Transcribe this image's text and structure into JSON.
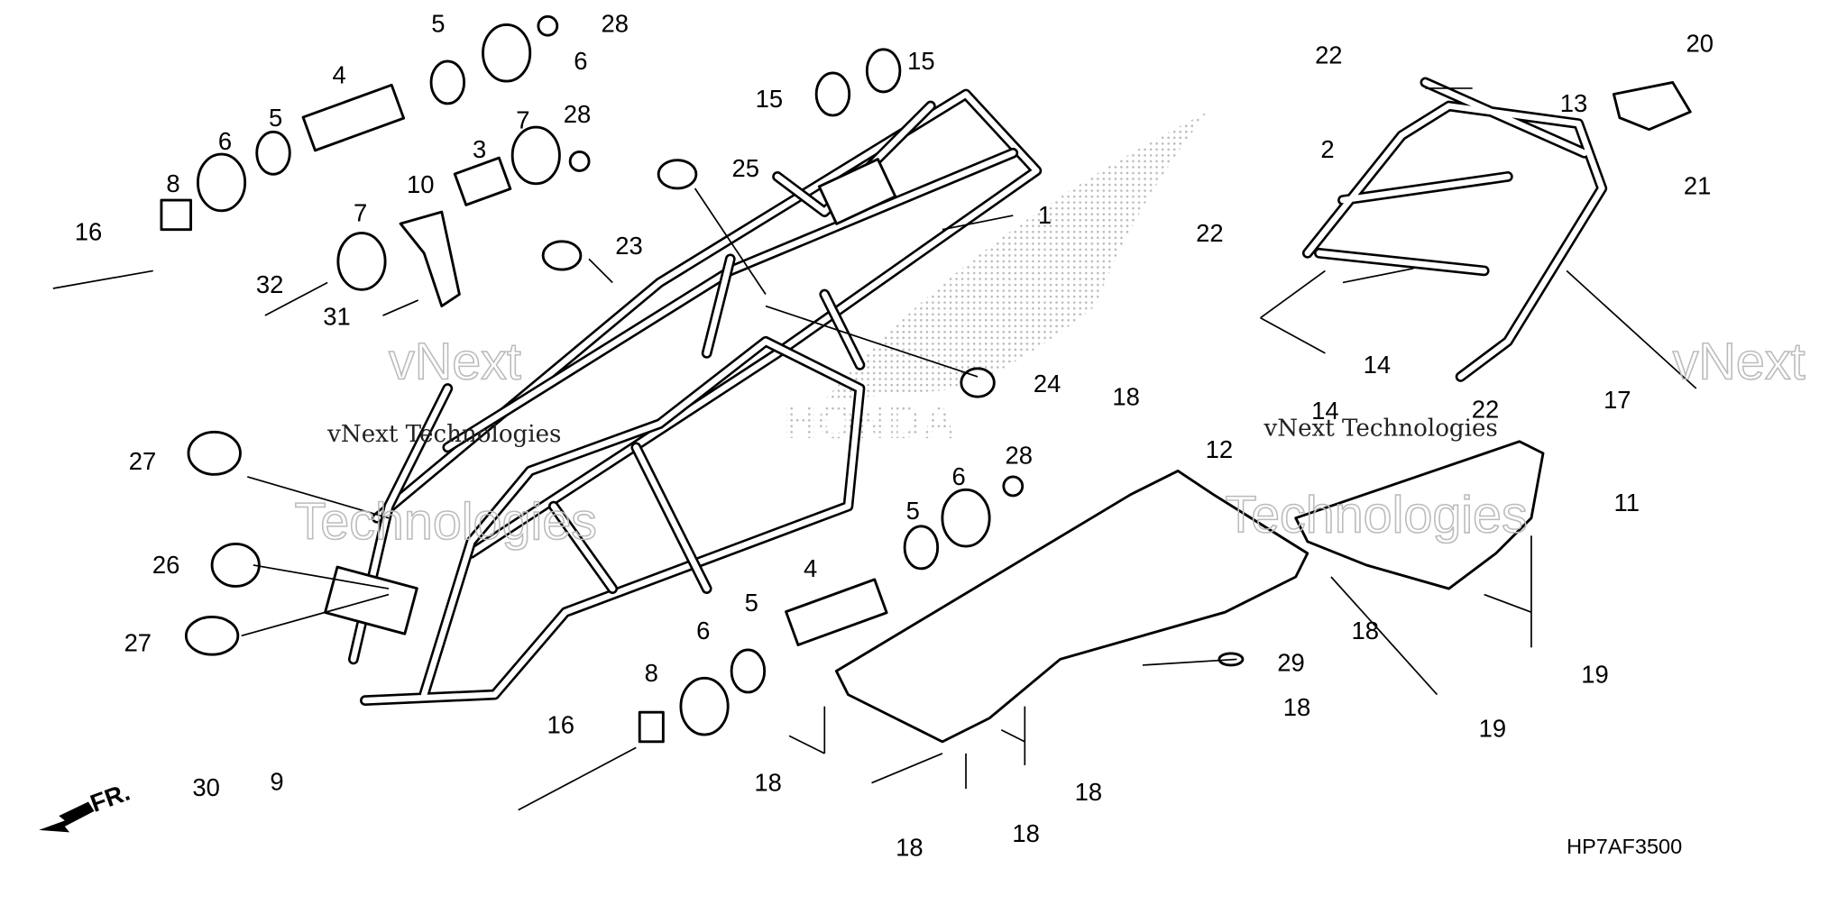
{
  "diagram": {
    "code": "HP7AF3500",
    "direction_label": "FR.",
    "watermark": {
      "line1": "vNext",
      "line2": "Technologies",
      "full": "vNext Technologies"
    },
    "brand_watermark": "HONDA",
    "callouts": [
      "5",
      "28",
      "6",
      "15",
      "15",
      "20",
      "22",
      "4",
      "5",
      "7",
      "28",
      "13",
      "6",
      "3",
      "25",
      "2",
      "21",
      "8",
      "10",
      "1",
      "16",
      "7",
      "23",
      "22",
      "32",
      "31",
      "24",
      "14",
      "17",
      "14",
      "22",
      "18",
      "12",
      "27",
      "28",
      "6",
      "11",
      "5",
      "26",
      "4",
      "18",
      "27",
      "5",
      "6",
      "29",
      "19",
      "8",
      "18",
      "19",
      "16",
      "30",
      "9",
      "18",
      "18",
      "18",
      "18"
    ]
  }
}
